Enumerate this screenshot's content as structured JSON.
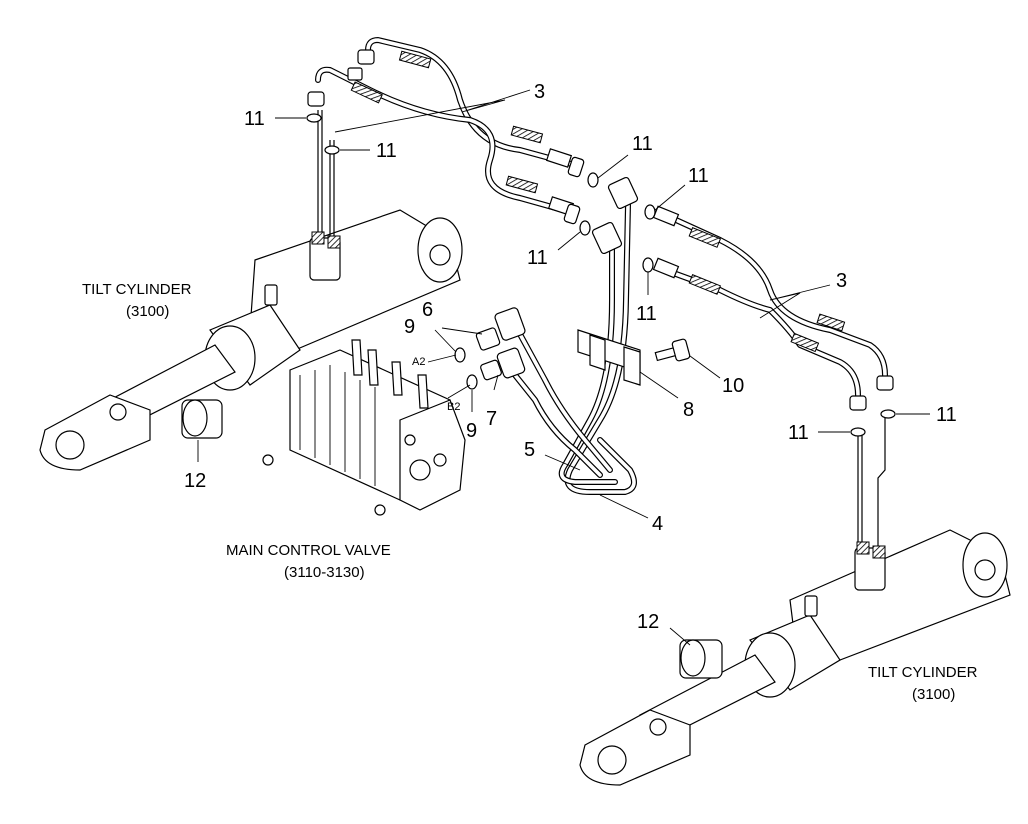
{
  "labels": {
    "tilt_cylinder_left": "TILT CYLINDER",
    "tilt_cylinder_left_code": "(3100)",
    "tilt_cylinder_right": "TILT CYLINDER",
    "tilt_cylinder_right_code": "(3100)",
    "main_control_valve": "MAIN CONTROL VALVE",
    "main_control_valve_code": "(3110-3130)",
    "port_a2": "A2",
    "port_b2": "B2"
  },
  "callouts": {
    "hose_upper": "3",
    "hose_right": "3",
    "pipe_4": "4",
    "pipe_5": "5",
    "connector_6": "6",
    "elbow_7": "7",
    "clamp_8": "8",
    "oring_9_top": "9",
    "oring_9_bottom": "9",
    "bolt_10": "10",
    "oring_11_a": "11",
    "oring_11_b": "11",
    "oring_11_c": "11",
    "oring_11_d": "11",
    "oring_11_e": "11",
    "oring_11_f": "11",
    "oring_11_g": "11",
    "oring_11_h": "11",
    "bushing_12_left": "12",
    "bushing_12_right": "12"
  }
}
